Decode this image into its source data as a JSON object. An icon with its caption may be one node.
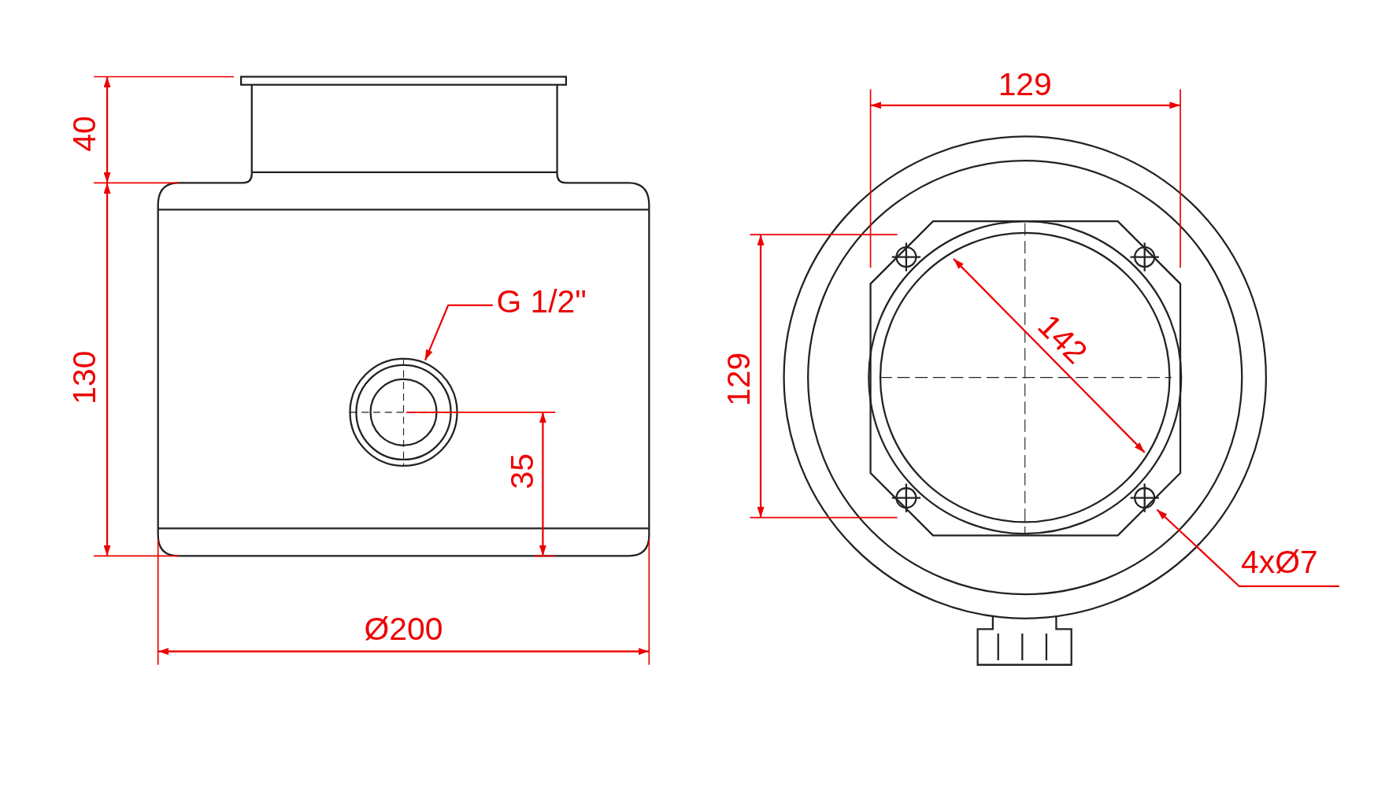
{
  "diagram": {
    "nodes": [
      {
        "text": [
          "G 1/2\""
        ]
      },
      {
        "text": [],
        "shape": "circle"
      },
      {
        "text": [
          "4xØ7"
        ]
      },
      {
        "text": [],
        "shape": "circle"
      }
    ],
    "edges": [
      {
        "from": 0,
        "to": 1,
        "arrow": "to"
      },
      {
        "from": 2,
        "to": 3,
        "arrow": "to"
      }
    ],
    "labels": [
      "40",
      "130",
      "35",
      "Ø200",
      "129",
      "129",
      "142"
    ]
  }
}
